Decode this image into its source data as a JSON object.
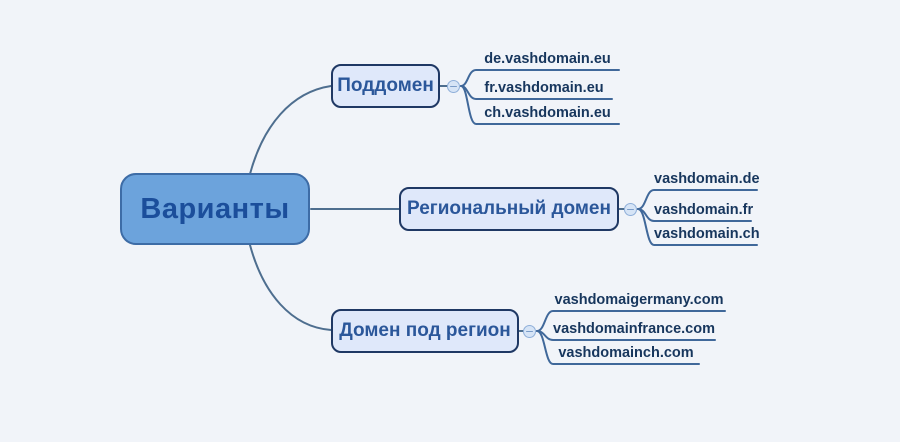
{
  "root": {
    "label": "Варианты"
  },
  "branches": [
    {
      "label": "Поддомен",
      "children": [
        "de.vashdomain.eu",
        "fr.vashdomain.eu",
        "ch.vashdomain.eu"
      ]
    },
    {
      "label": "Региональный домен",
      "children": [
        "vashdomain.de",
        "vashdomain.fr",
        "vashdomain.ch"
      ]
    },
    {
      "label": "Домен под регион",
      "children": [
        "vashdomaigermany.com",
        "vashdomainfrance.com",
        "vashdomainch.com"
      ]
    }
  ],
  "colors": {
    "canvas-bg": "#F1F4F9",
    "root-fill": "#6CA3DC",
    "root-border": "#3D6CA6",
    "root-text": "#1B4E9B",
    "topic-fill": "#DFE8FA",
    "topic-border": "#1F3864",
    "topic-text": "#2B579A",
    "subtopic-text": "#17365D",
    "line": "#4E6E8F",
    "child-line": "#40689A",
    "collapse-fill": "#D6E4F6",
    "collapse-border": "#8FAFD9",
    "collapse-minus": "#7A9CC9"
  }
}
